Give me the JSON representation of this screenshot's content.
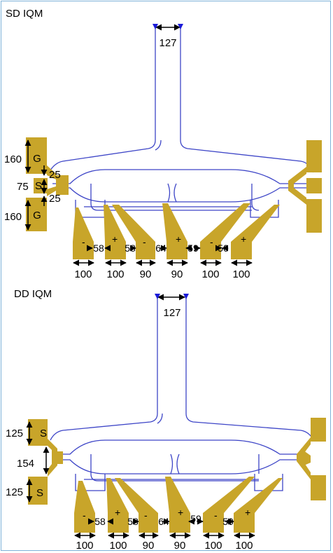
{
  "colors": {
    "gold": "#c8a52a",
    "waveguide": "#3d45c7",
    "arrow": "#000000",
    "border": "#7fb2d8"
  },
  "sd": {
    "title": "SD IQM",
    "top_dim": "127",
    "left_dims": [
      "160",
      "25",
      "75",
      "25",
      "160"
    ],
    "left_pad_letters": [
      "G",
      "S",
      "G"
    ],
    "signs": [
      "-",
      "+",
      "-",
      "+",
      "-",
      "+"
    ],
    "gaps": [
      "58",
      "58",
      "64",
      "59",
      "50"
    ],
    "bottom_dims": [
      "100",
      "100",
      "90",
      "90",
      "100",
      "100"
    ]
  },
  "dd": {
    "title": "DD IQM",
    "top_dim": "127",
    "left_dims": [
      "125",
      "154",
      "125"
    ],
    "left_pad_letters": [
      "S",
      "S"
    ],
    "signs": [
      "-",
      "+",
      "-",
      "+",
      "-",
      "+"
    ],
    "gaps": [
      "58",
      "58",
      "64",
      "59",
      "50"
    ],
    "bottom_dims": [
      "100",
      "100",
      "90",
      "90",
      "100",
      "100"
    ]
  }
}
